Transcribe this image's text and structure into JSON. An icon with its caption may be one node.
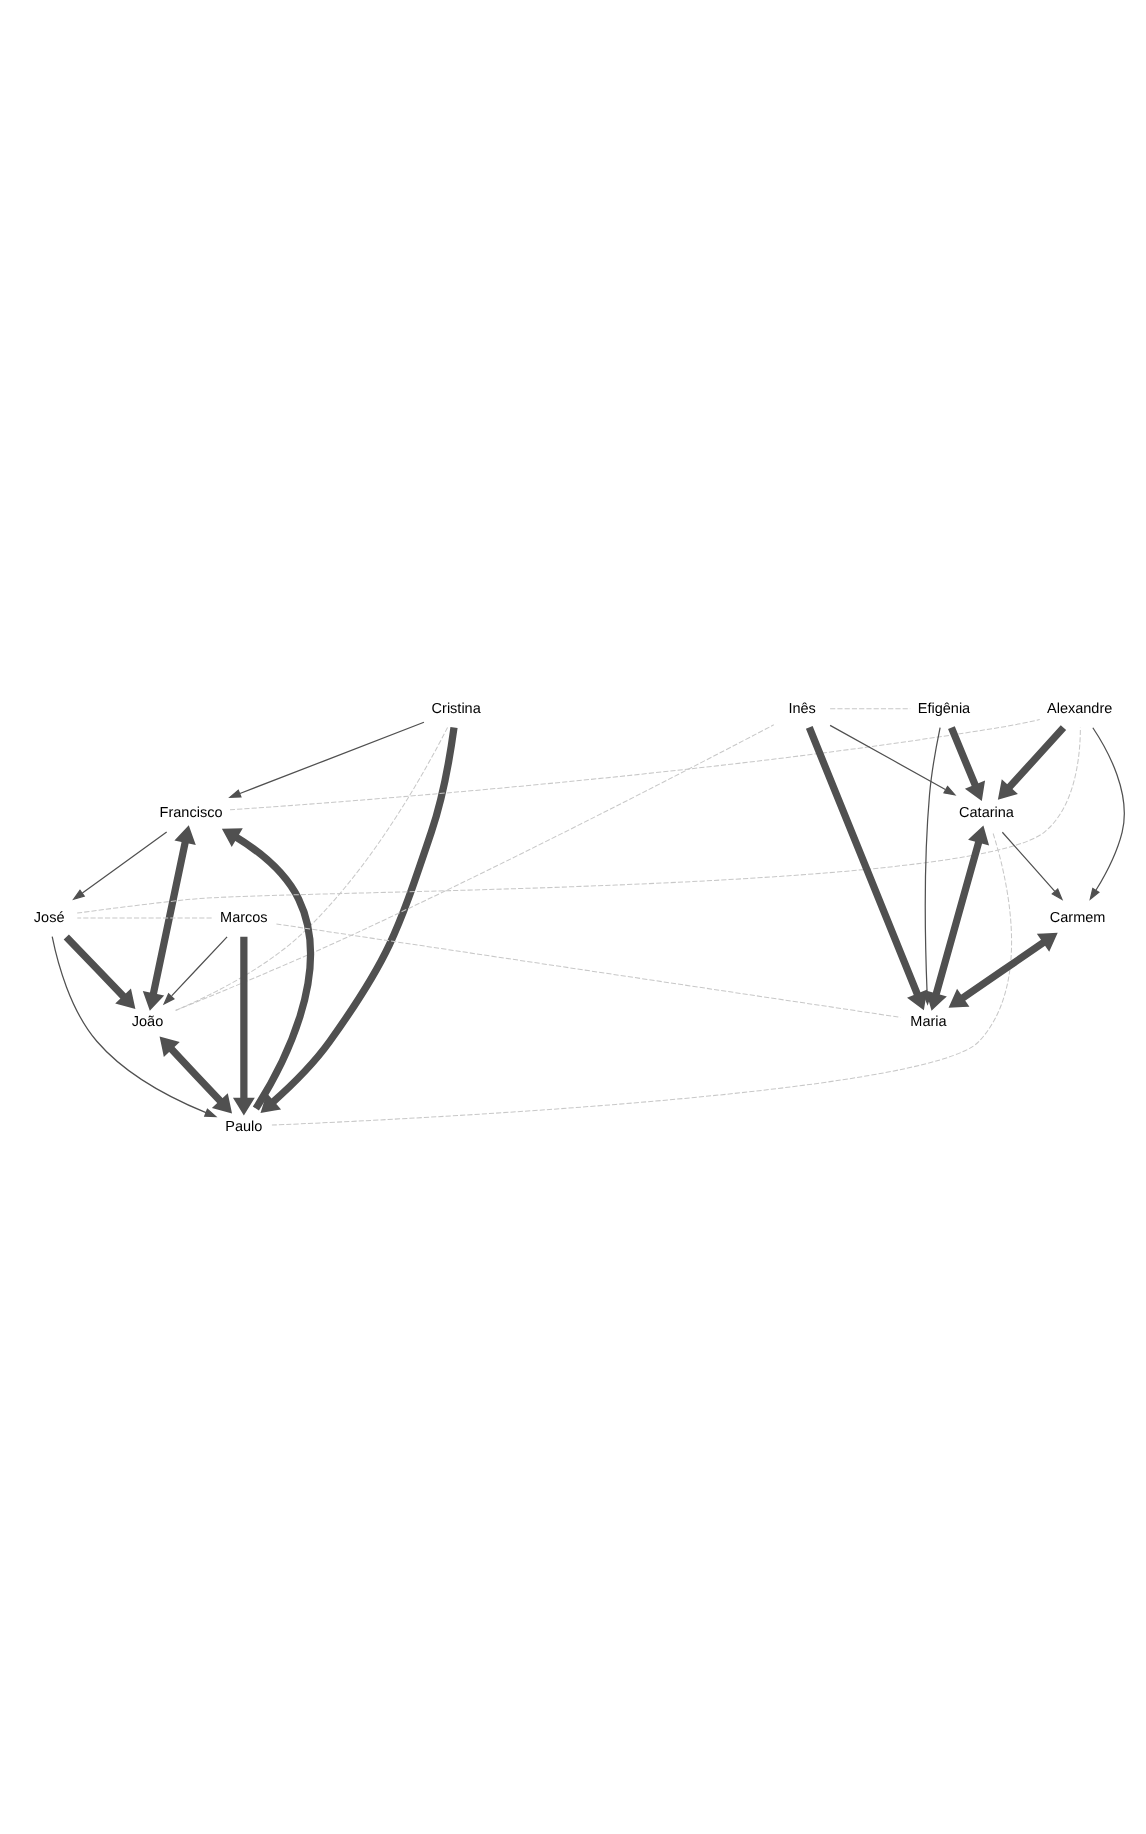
{
  "diagram": {
    "nodes": [
      {
        "text": [
          "Cristina"
        ]
      },
      {
        "text": [
          "Francisco"
        ]
      },
      {
        "text": [
          "João"
        ]
      },
      {
        "text": [
          "Paulo"
        ]
      },
      {
        "text": [
          "José"
        ]
      },
      {
        "text": [
          "Marcos"
        ]
      },
      {
        "text": [
          "Alexandre"
        ]
      },
      {
        "text": [
          "Inês"
        ]
      },
      {
        "text": [
          "Catarina"
        ]
      },
      {
        "text": [
          "Carmem"
        ]
      },
      {
        "text": [
          "Efigênia"
        ]
      },
      {
        "text": [
          "Maria"
        ]
      }
    ],
    "edges": [
      {
        "from": 0,
        "to": 3,
        "arrow": "to",
        "style": "thick"
      },
      {
        "from": 0,
        "to": 1,
        "arrow": "to"
      },
      {
        "from": 0,
        "to": 2,
        "arrow": "none",
        "style": "dashed",
        "color": "#c8c8c8"
      },
      {
        "from": 2,
        "to": 1,
        "arrow": "both",
        "style": "thick"
      },
      {
        "from": 2,
        "to": 3,
        "arrow": "both",
        "style": "thick"
      },
      {
        "from": 3,
        "to": 1,
        "arrow": "to",
        "style": "thick"
      },
      {
        "from": 1,
        "to": 4,
        "arrow": "to"
      },
      {
        "from": 4,
        "to": 2,
        "arrow": "to",
        "style": "thick"
      },
      {
        "from": 4,
        "to": 3,
        "arrow": "to"
      },
      {
        "from": 5,
        "to": 2,
        "arrow": "to"
      },
      {
        "from": 5,
        "to": 3,
        "arrow": "to",
        "style": "thick"
      },
      {
        "from": 5,
        "to": 4,
        "arrow": "none",
        "style": "dashed",
        "color": "#c8c8c8"
      },
      {
        "from": 1,
        "to": 6,
        "arrow": "none",
        "style": "dashed",
        "color": "#c8c8c8"
      },
      {
        "from": 4,
        "to": 6,
        "arrow": "none",
        "style": "dashed",
        "color": "#c8c8c8"
      },
      {
        "from": 2,
        "to": 7,
        "arrow": "none",
        "style": "dashed",
        "color": "#c8c8c8"
      },
      {
        "from": 3,
        "to": 8,
        "arrow": "none",
        "style": "dashed",
        "color": "#c8c8c8"
      },
      {
        "from": 5,
        "to": 11,
        "arrow": "none",
        "style": "dashed",
        "color": "#c8c8c8"
      },
      {
        "from": 7,
        "to": 10,
        "arrow": "none",
        "style": "dashed",
        "color": "#c8c8c8"
      },
      {
        "from": 6,
        "to": 8,
        "arrow": "to",
        "style": "thick"
      },
      {
        "from": 6,
        "to": 9,
        "arrow": "to"
      },
      {
        "from": 7,
        "to": 8,
        "arrow": "to"
      },
      {
        "from": 7,
        "to": 11,
        "arrow": "to",
        "style": "thick"
      },
      {
        "from": 8,
        "to": 9,
        "arrow": "to"
      },
      {
        "from": 10,
        "to": 8,
        "arrow": "to",
        "style": "thick"
      },
      {
        "from": 10,
        "to": 11,
        "arrow": "to"
      },
      {
        "from": 8,
        "to": 11,
        "arrow": "both",
        "style": "thick"
      },
      {
        "from": 9,
        "to": 11,
        "arrow": "both",
        "style": "thick"
      }
    ]
  }
}
